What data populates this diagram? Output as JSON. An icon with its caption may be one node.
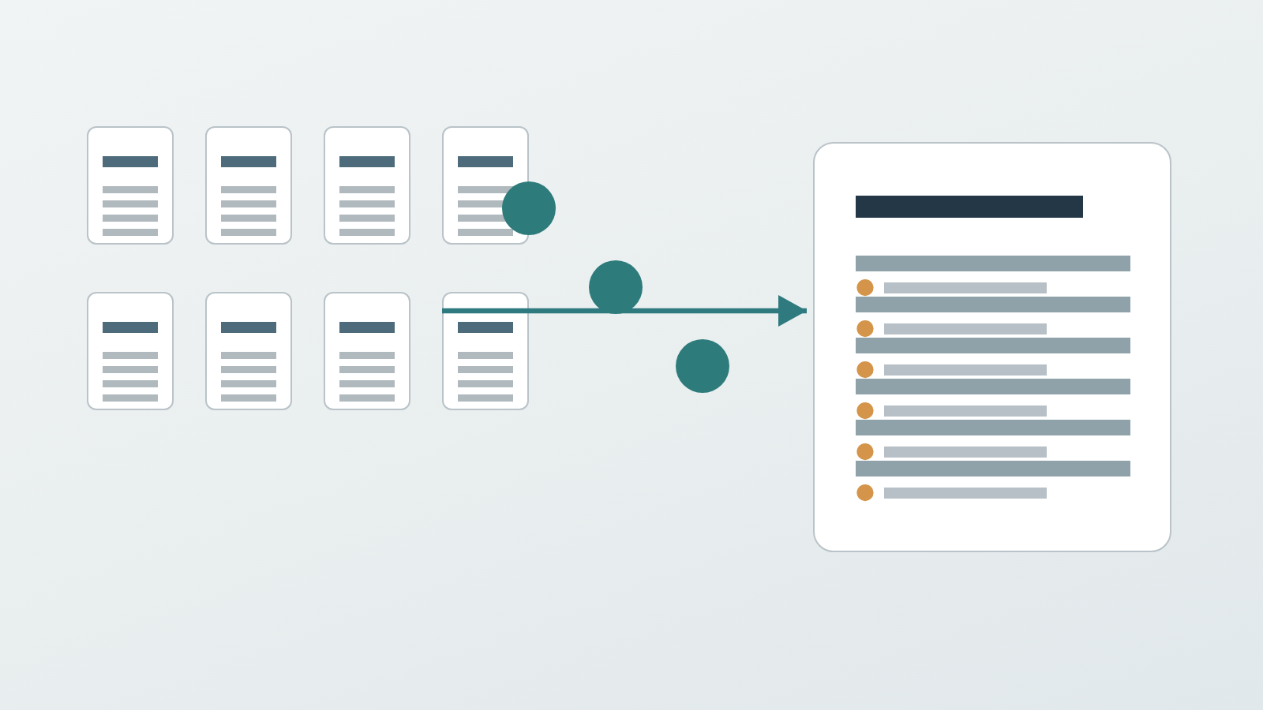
{
  "diagram": {
    "nodes": [
      {
        "text": [],
        "shape": "document"
      },
      {
        "text": [],
        "shape": "document"
      },
      {
        "text": [],
        "shape": "document"
      },
      {
        "text": [],
        "shape": "document"
      },
      {
        "text": [],
        "shape": "document"
      },
      {
        "text": [],
        "shape": "document"
      },
      {
        "text": [],
        "shape": "document"
      },
      {
        "text": [],
        "shape": "document"
      },
      {
        "text": [],
        "shape": "document"
      },
      {
        "text": [],
        "shape": "circle"
      },
      {
        "text": [],
        "shape": "circle"
      },
      {
        "text": [],
        "shape": "circle"
      }
    ],
    "edges": [
      {
        "from": 7,
        "to": 8,
        "arrow": "to"
      }
    ]
  }
}
